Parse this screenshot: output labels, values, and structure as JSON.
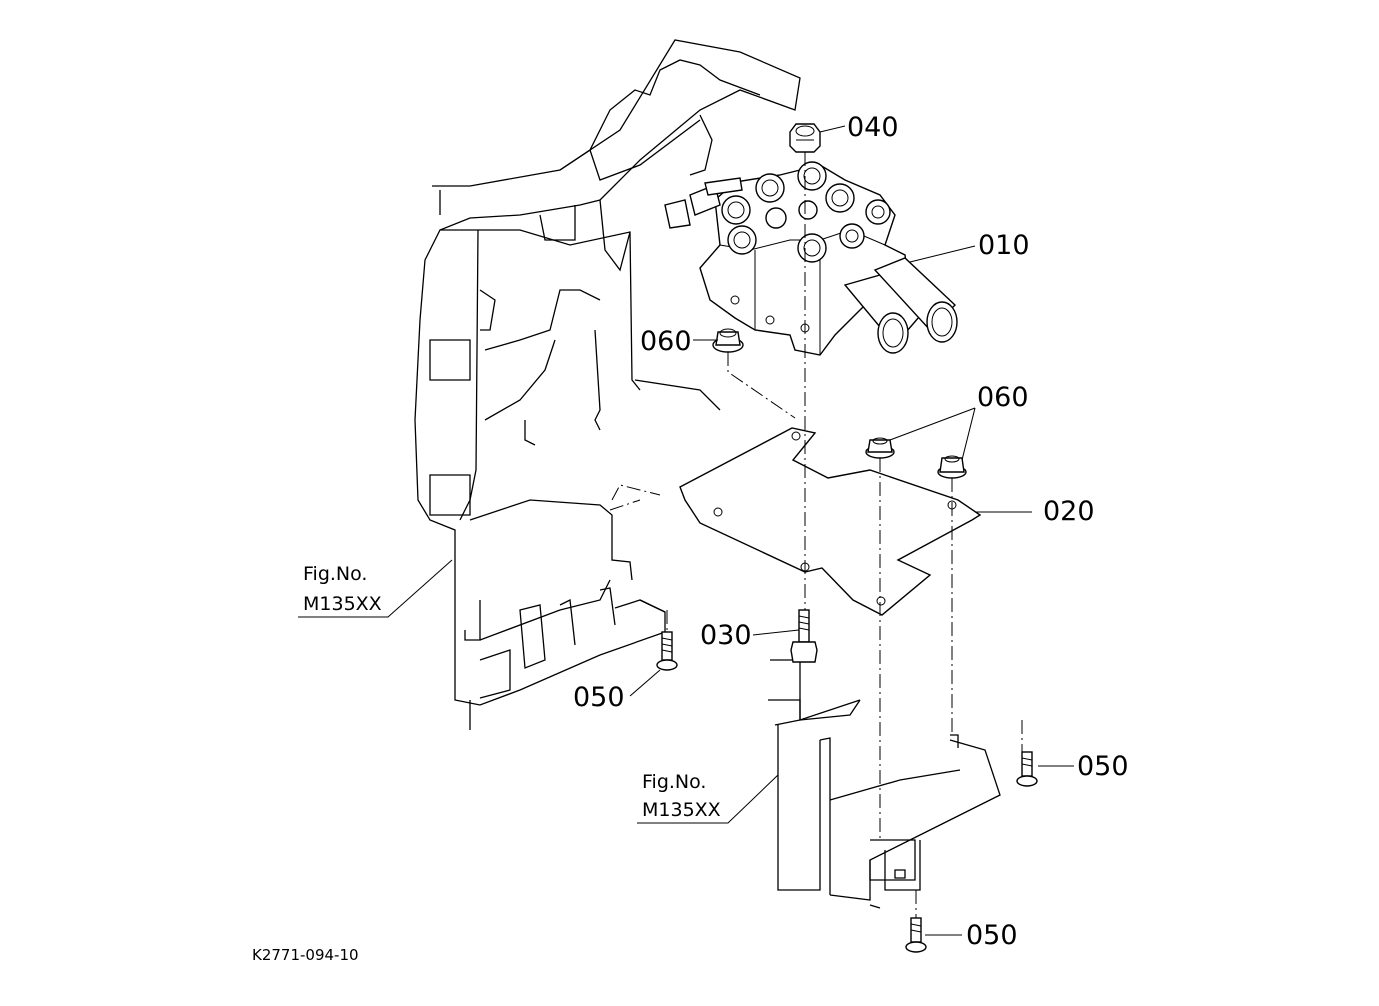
{
  "callouts": {
    "c010": "010",
    "c020": "020",
    "c030": "030",
    "c040": "040",
    "c050_a": "050",
    "c050_b": "050",
    "c050_c": "050",
    "c060_a": "060",
    "c060_b": "060"
  },
  "references": {
    "ref_a_line1": "Fig.No.",
    "ref_a_line2": "M135XX",
    "ref_b_line1": "Fig.No.",
    "ref_b_line2": "M135XX"
  },
  "drawing_id": "K2771-094-10",
  "parts": [
    {
      "number": "010",
      "icon": "control-valve-icon"
    },
    {
      "number": "020",
      "icon": "mounting-plate-icon"
    },
    {
      "number": "030",
      "icon": "bolt-icon"
    },
    {
      "number": "040",
      "icon": "nut-icon"
    },
    {
      "number": "050",
      "icon": "bolt-icon"
    },
    {
      "number": "060",
      "icon": "flange-nut-icon"
    }
  ]
}
